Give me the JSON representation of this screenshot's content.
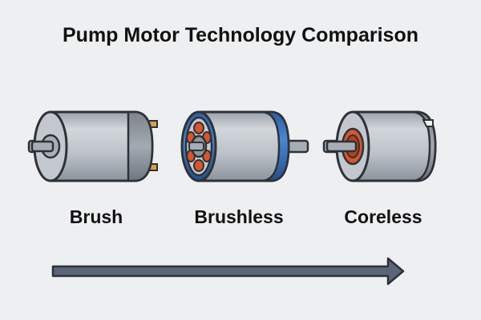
{
  "title": "Pump Motor Technology Comparison",
  "motors": [
    {
      "label": "Brush",
      "icon": "brush-motor-icon"
    },
    {
      "label": "Brushless",
      "icon": "brushless-motor-icon"
    },
    {
      "label": "Coreless",
      "icon": "coreless-motor-icon"
    }
  ],
  "colors": {
    "background": "#eeeff1",
    "body": "#b9bfc7",
    "outline": "#2e3237",
    "brushless_band": "#3a73bf",
    "coil": "#d9552b",
    "terminal": "#d9a04a",
    "arrow": "#5a6678"
  }
}
